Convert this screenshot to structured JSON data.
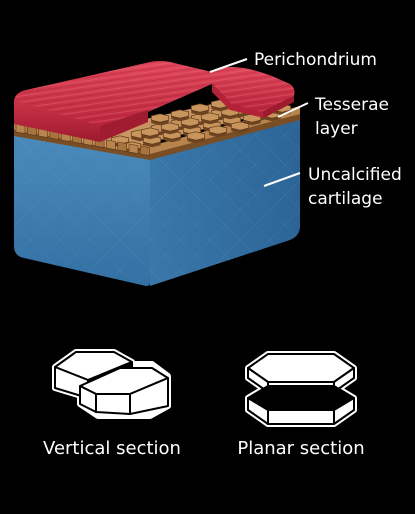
{
  "labels": {
    "perichondrium": "Perichondrium",
    "tesserae_line1": "Tesserae",
    "tesserae_line2": "layer",
    "uncalcified_line1": "Uncalcified",
    "uncalcified_line2": "cartilage"
  },
  "captions": {
    "vertical": "Vertical section",
    "planar": "Planar section"
  },
  "colors": {
    "background": "#000000",
    "cartilage_front": "#3d7cad",
    "cartilage_side": "#2f6c9e",
    "perichondrium": "#d4334a",
    "tesserae": "#b8844e",
    "label_text": "#ffffff"
  }
}
